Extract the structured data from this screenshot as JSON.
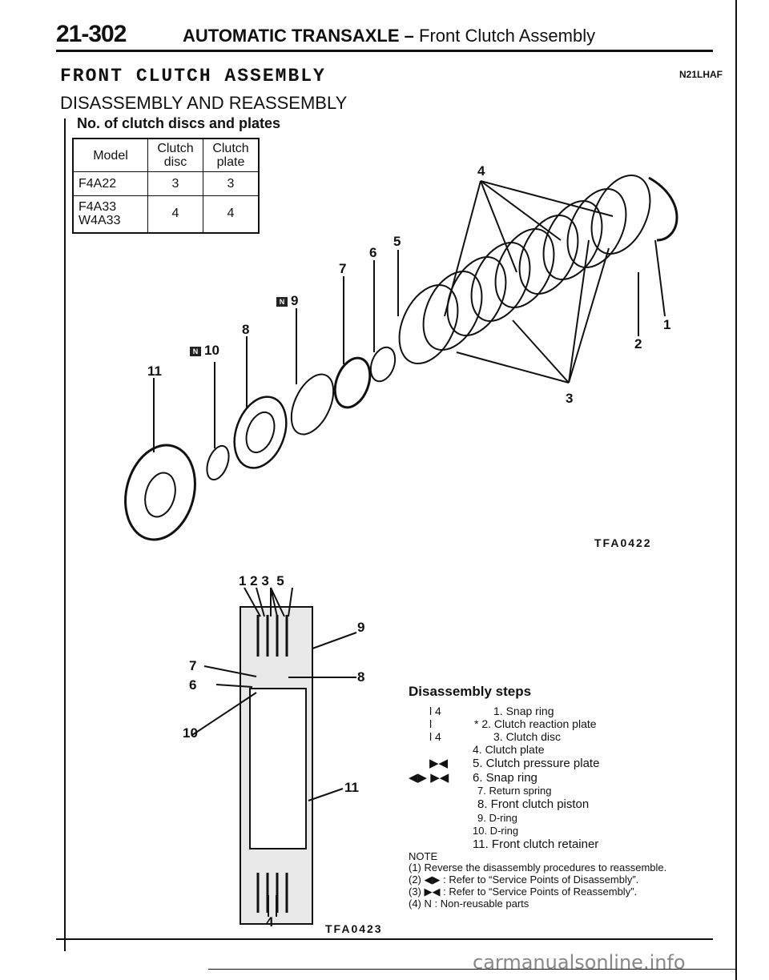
{
  "header": {
    "page_number": "21-302",
    "section": "AUTOMATIC TRANSAXLE",
    "separator": "–",
    "topic": "Front Clutch Assembly"
  },
  "title": "FRONT CLUTCH ASSEMBLY",
  "doc_code": "N21LHAF",
  "subtitle": "DISASSEMBLY AND REASSEMBLY",
  "table": {
    "caption": "No. of clutch discs and plates",
    "headers": [
      "Model",
      "Clutch disc",
      "Clutch plate"
    ],
    "rows": [
      {
        "model": "F4A22",
        "disc": "3",
        "plate": "3"
      },
      {
        "model": "F4A33\nW4A33",
        "disc": "4",
        "plate": "4"
      }
    ]
  },
  "figure1": {
    "code": "TFA0422",
    "callouts": [
      "4",
      "5",
      "6",
      "7",
      "9",
      "8",
      "10",
      "11",
      "1",
      "2",
      "3"
    ],
    "n_mark": "N"
  },
  "figure2": {
    "code": "TFA0423",
    "callouts_top": "1 2 3  5",
    "callouts": [
      "9",
      "7",
      "8",
      "6",
      "10",
      "11",
      "4"
    ]
  },
  "steps": {
    "title": "Disassembly steps",
    "items": [
      {
        "prefix": "l 4",
        "text": "1. Snap ring"
      },
      {
        "prefix": "l",
        "text": "* 2. Clutch reaction plate"
      },
      {
        "prefix": "l 4",
        "text": "3. Clutch disc"
      },
      {
        "prefix": "",
        "text": "4. Clutch plate"
      },
      {
        "prefix": "▶◀",
        "text": "5. Clutch pressure plate"
      },
      {
        "prefix": "◀▶ ▶◀",
        "text": "6. Snap ring"
      },
      {
        "prefix": "",
        "text": "7. Return spring"
      },
      {
        "prefix": "",
        "text": "8. Front clutch piston"
      },
      {
        "prefix": "",
        "text": "9. D-ring"
      },
      {
        "prefix": "",
        "text": "10. D-ring"
      },
      {
        "prefix": "",
        "text": "11. Front clutch retainer"
      }
    ]
  },
  "note": {
    "head": "NOTE",
    "lines": [
      "(1) Reverse the disassembly procedures to reassemble.",
      "(2) ◀▶ : Refer to “Service Points of Disassembly”.",
      "(3) ▶◀ : Refer to “Service Points of Reassembly”.",
      "(4) N : Non-reusable parts"
    ]
  },
  "watermark": "carmanualsonline.info"
}
